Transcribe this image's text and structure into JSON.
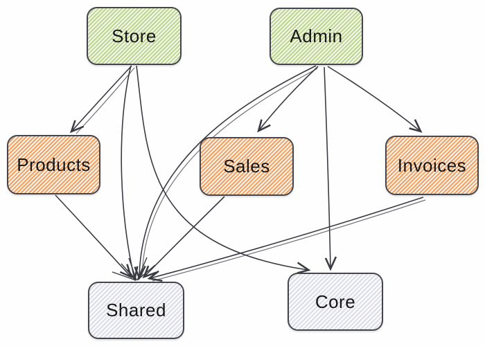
{
  "diagram": {
    "type": "flowchart",
    "title": "",
    "nodes": [
      {
        "id": "store",
        "label": "Store",
        "group": "green"
      },
      {
        "id": "admin",
        "label": "Admin",
        "group": "green"
      },
      {
        "id": "products",
        "label": "Products",
        "group": "orange"
      },
      {
        "id": "sales",
        "label": "Sales",
        "group": "orange"
      },
      {
        "id": "invoices",
        "label": "Invoices",
        "group": "orange"
      },
      {
        "id": "shared",
        "label": "Shared",
        "group": "gray"
      },
      {
        "id": "core",
        "label": "Core",
        "group": "gray"
      }
    ],
    "edges": [
      {
        "from": "store",
        "to": "products"
      },
      {
        "from": "store",
        "to": "shared"
      },
      {
        "from": "store",
        "to": "core"
      },
      {
        "from": "admin",
        "to": "sales"
      },
      {
        "from": "admin",
        "to": "invoices"
      },
      {
        "from": "admin",
        "to": "shared"
      },
      {
        "from": "admin",
        "to": "core"
      },
      {
        "from": "products",
        "to": "shared"
      },
      {
        "from": "sales",
        "to": "shared"
      },
      {
        "from": "invoices",
        "to": "shared"
      }
    ],
    "colors": {
      "green_stripe": "#bed58f",
      "orange_stripe": "#efa266",
      "gray_stripe": "#dcdce6",
      "node_border": "#45454d",
      "edge_stroke": "#3a3a42",
      "background": "#ffffff",
      "text": "#161616"
    }
  }
}
